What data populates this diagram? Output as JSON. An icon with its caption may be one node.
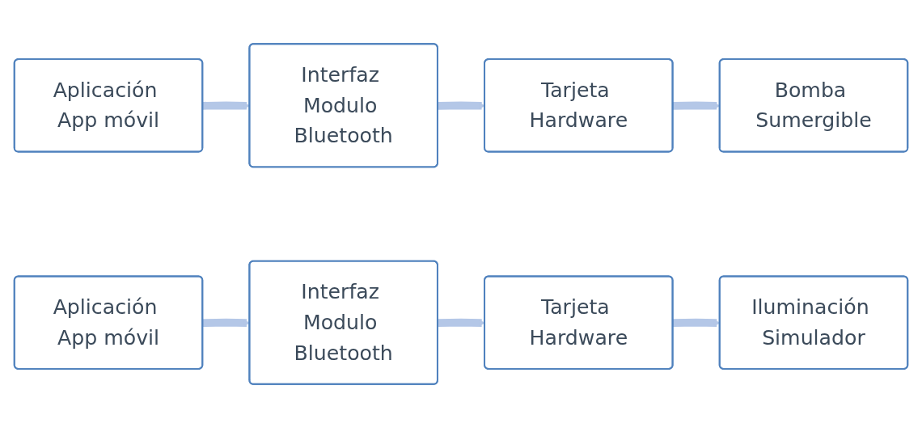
{
  "diagram": {
    "nodes": [
      {
        "text": [
          "Aplicación App móvil"
        ]
      },
      {
        "text": [
          "Interfaz Modulo Bluetooth"
        ]
      },
      {
        "text": [
          "Tarjeta Hardware"
        ]
      },
      {
        "text": [
          "Bomba Sumergible"
        ]
      },
      {
        "text": [
          "Aplicación App móvil"
        ]
      },
      {
        "text": [
          "Interfaz Modulo Bluetooth"
        ]
      },
      {
        "text": [
          "Tarjeta Hardware"
        ]
      },
      {
        "text": [
          "Iluminación Simulador"
        ]
      }
    ],
    "edges": [
      {
        "from": 0,
        "to": 1,
        "arrow": "to"
      },
      {
        "from": 1,
        "to": 2,
        "arrow": "to"
      },
      {
        "from": 2,
        "to": 3,
        "arrow": "to"
      },
      {
        "from": 4,
        "to": 5,
        "arrow": "to"
      },
      {
        "from": 5,
        "to": 6,
        "arrow": "to"
      },
      {
        "from": 6,
        "to": 7,
        "arrow": "to"
      }
    ]
  }
}
